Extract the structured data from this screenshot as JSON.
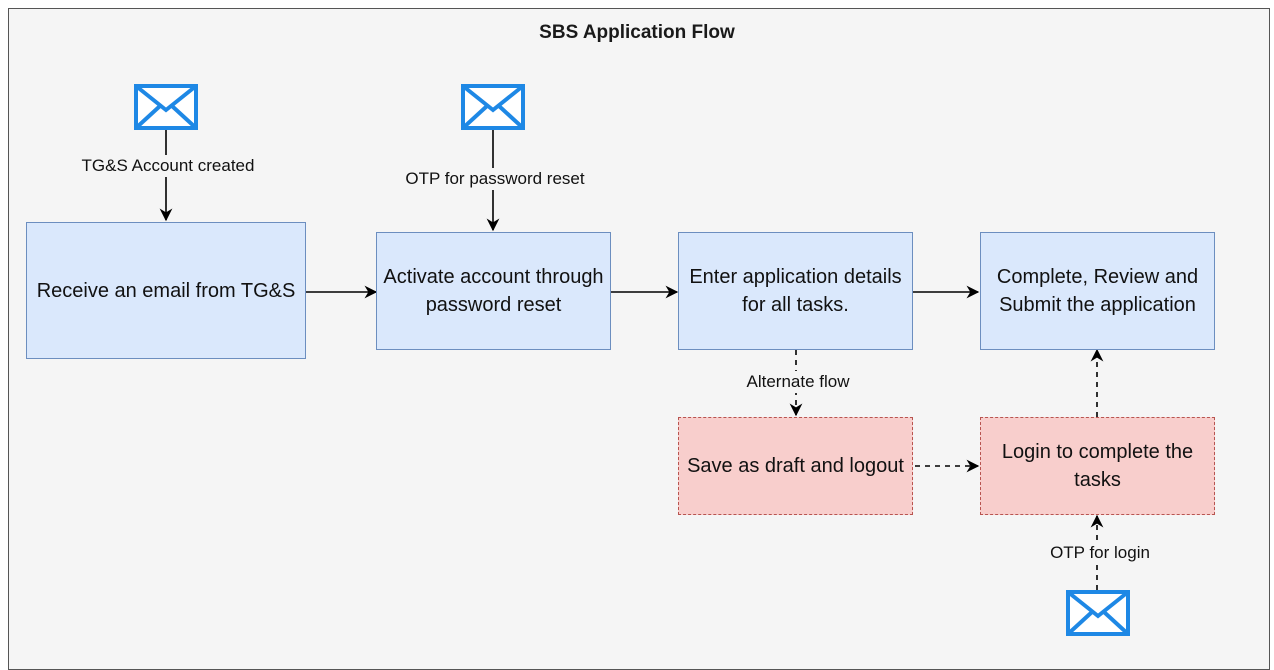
{
  "diagram": {
    "title": "SBS Application Flow",
    "nodes": {
      "receive_email": "Receive an email from TG&S",
      "activate_account": "Activate account through password reset",
      "enter_details": "Enter application details for all tasks.",
      "complete_submit": "Complete, Review and Submit the application",
      "save_draft": "Save as draft and logout",
      "login_complete": "Login to complete the tasks"
    },
    "edge_labels": {
      "account_created": "TG&S Account created",
      "otp_password_reset": "OTP for password reset",
      "alternate_flow": "Alternate flow",
      "otp_login": "OTP for login"
    },
    "icons": {
      "mail": "mail-envelope-icon"
    },
    "colors": {
      "main_fill": "#dae8fc",
      "main_stroke": "#6c8ebf",
      "alt_fill": "#f8cecc",
      "alt_stroke": "#b85450",
      "icon": "#1e88e5"
    }
  }
}
